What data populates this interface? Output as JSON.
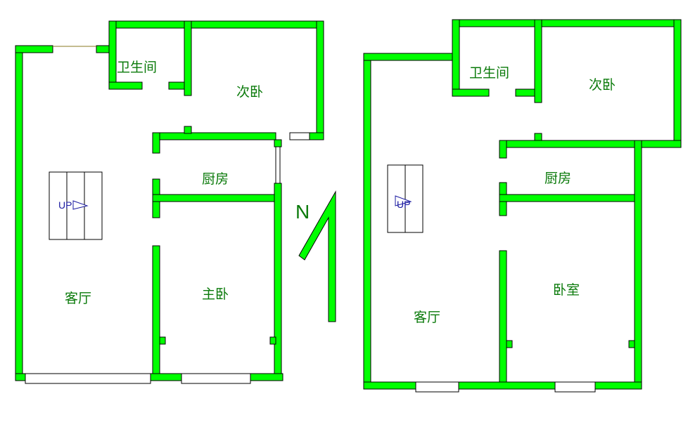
{
  "colors": {
    "wall": "#00ff00",
    "label": "#0a7a0a",
    "stair_text": "#1a1aa0"
  },
  "north_label": "N",
  "left_plan": {
    "rooms": {
      "bathroom": "卫生间",
      "second_bedroom": "次卧",
      "kitchen": "厨房",
      "living_room": "客厅",
      "master_bedroom": "主卧"
    },
    "stair_label": "UP"
  },
  "right_plan": {
    "rooms": {
      "bathroom": "卫生间",
      "second_bedroom": "次卧",
      "kitchen": "厨房",
      "living_room": "客厅",
      "bedroom": "卧室"
    },
    "stair_label": "UP"
  }
}
